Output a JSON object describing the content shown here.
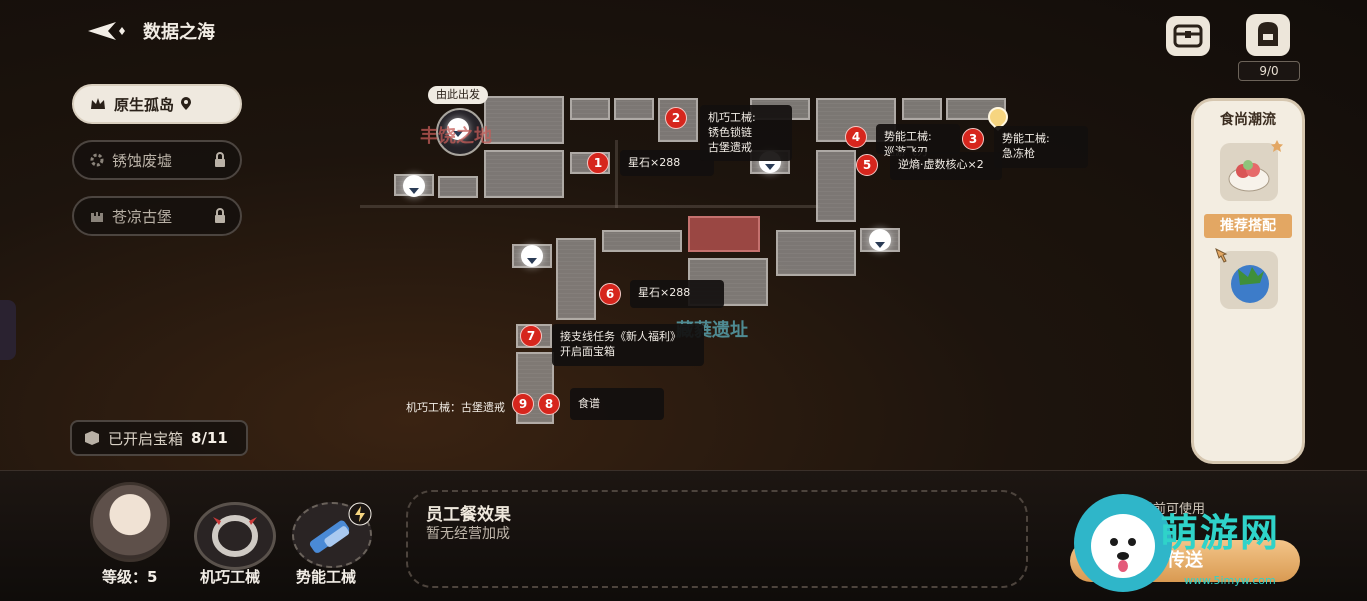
{
  "header": {
    "title": "数据之海"
  },
  "bag": {
    "count": "9/0"
  },
  "regions": [
    {
      "label": "原生孤岛",
      "state": "active"
    },
    {
      "label": "锈蚀废墟",
      "state": "locked"
    },
    {
      "label": "苍凉古堡",
      "state": "locked"
    }
  ],
  "chests": {
    "label": "已开启宝箱",
    "count": "8/11"
  },
  "map": {
    "start_tag": "由此出发",
    "zones": [
      "丰饶之地",
      "藏蕤遗址"
    ],
    "markers": [
      {
        "num": "1",
        "lines": [
          "星石×288"
        ]
      },
      {
        "num": "2",
        "lines": [
          "机巧工械:",
          "锈色锁链",
          "古堡遗戒"
        ]
      },
      {
        "num": "3",
        "lines": [
          "势能工械:",
          "急冻枪"
        ]
      },
      {
        "num": "4",
        "lines": [
          "势能工械:",
          "巡游飞刃"
        ]
      },
      {
        "num": "5",
        "lines": [
          "逆熵·虚数核心×2"
        ]
      },
      {
        "num": "6",
        "lines": [
          "星石×288"
        ]
      },
      {
        "num": "7",
        "lines": [
          "接支线任务《新人福利》",
          "开启面宝箱"
        ]
      },
      {
        "num": "8",
        "lines": [
          "食谱"
        ]
      },
      {
        "num": "9",
        "lines": [
          "机巧工械：古堡遗戒"
        ]
      }
    ]
  },
  "food_panel": {
    "title": "食尚潮流",
    "recommend": "推荐搭配"
  },
  "bottom": {
    "level": "等级：5",
    "mech1": "机巧工械",
    "mech2": "势能工械",
    "meal_title": "员工餐效果",
    "meal_desc": "暂无经营加成",
    "available": "当前可使用",
    "teleport": "传送"
  },
  "watermark": {
    "brand": "萌游网",
    "url": "www.5imyw.com"
  }
}
